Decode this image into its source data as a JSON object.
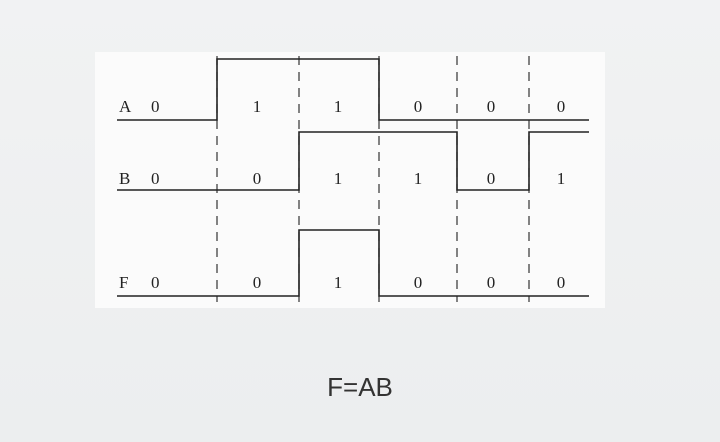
{
  "diagram": {
    "signals": [
      {
        "id": "A",
        "label": "A",
        "initial": "0",
        "levels": [
          1,
          1,
          0,
          0,
          0
        ],
        "bits": [
          "1",
          "1",
          "0",
          "0",
          "0"
        ]
      },
      {
        "id": "B",
        "label": "B",
        "initial": "0",
        "levels": [
          0,
          1,
          1,
          0,
          1
        ],
        "bits": [
          "0",
          "1",
          "1",
          "0",
          "1"
        ]
      },
      {
        "id": "F",
        "label": "F",
        "initial": "0",
        "levels": [
          0,
          1,
          0,
          0,
          0
        ],
        "bits": [
          "0",
          "1",
          "0",
          "0",
          "0"
        ]
      }
    ]
  },
  "caption": "F=AB"
}
